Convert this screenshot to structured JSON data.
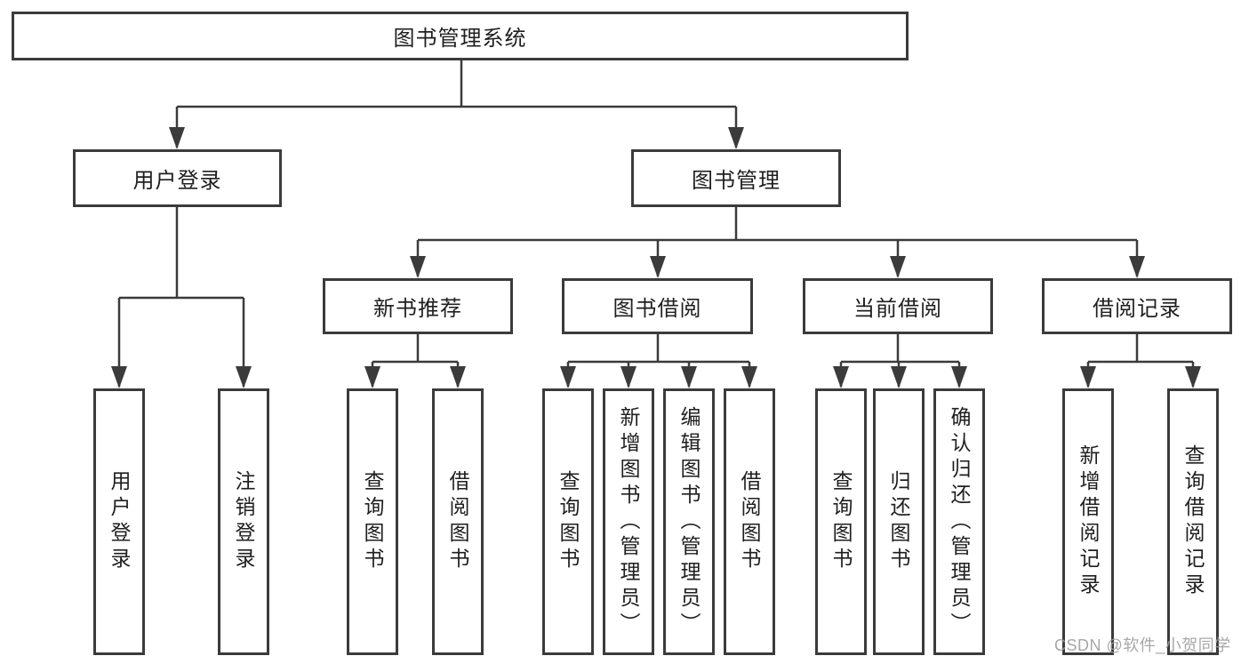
{
  "diagram": {
    "root": {
      "label": "图书管理系统"
    },
    "level2": {
      "user_login": {
        "label": "用户登录"
      },
      "book_mgmt": {
        "label": "图书管理"
      }
    },
    "level3": {
      "new_book_rec": {
        "label": "新书推荐"
      },
      "book_borrow": {
        "label": "图书借阅"
      },
      "current_borrow": {
        "label": "当前借阅"
      },
      "borrow_record": {
        "label": "借阅记录"
      }
    },
    "leaves": {
      "user_login": [
        "用户登录",
        "注销登录"
      ],
      "new_book_rec": [
        "查询图书",
        "借阅图书"
      ],
      "book_borrow": [
        "查询图书",
        "新增图书（管理员）",
        "编辑图书（管理员）",
        "借阅图书"
      ],
      "current_borrow": [
        "查询图书",
        "归还图书",
        "确认归还（管理员）"
      ],
      "borrow_record": [
        "新增借阅记录",
        "查询借阅记录"
      ]
    },
    "colors": {
      "line": "#3b3b3b",
      "text": "#1f1f1f",
      "background": "#ffffff",
      "watermark": "#9e9e9e"
    }
  },
  "watermark": {
    "text": "CSDN @软件_小贺同学"
  }
}
